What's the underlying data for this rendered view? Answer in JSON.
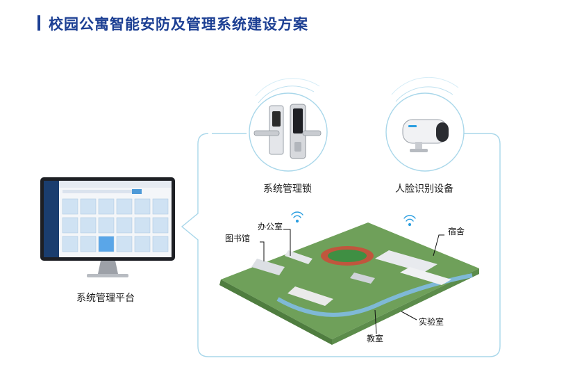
{
  "title": "校园公寓智能安防及管理系统建设方案",
  "devices": {
    "lock": "系统管理锁",
    "camera": "人脸识别设备"
  },
  "platform": {
    "label": "系统管理平台"
  },
  "campus": {
    "library": "图书馆",
    "office": "办公室",
    "dormitory": "宿舍",
    "laboratory": "实验室",
    "classroom": "教室"
  },
  "colors": {
    "title": "#1c3f93",
    "frame": "#a9d7ea",
    "wifi": "#2a9ee0"
  }
}
